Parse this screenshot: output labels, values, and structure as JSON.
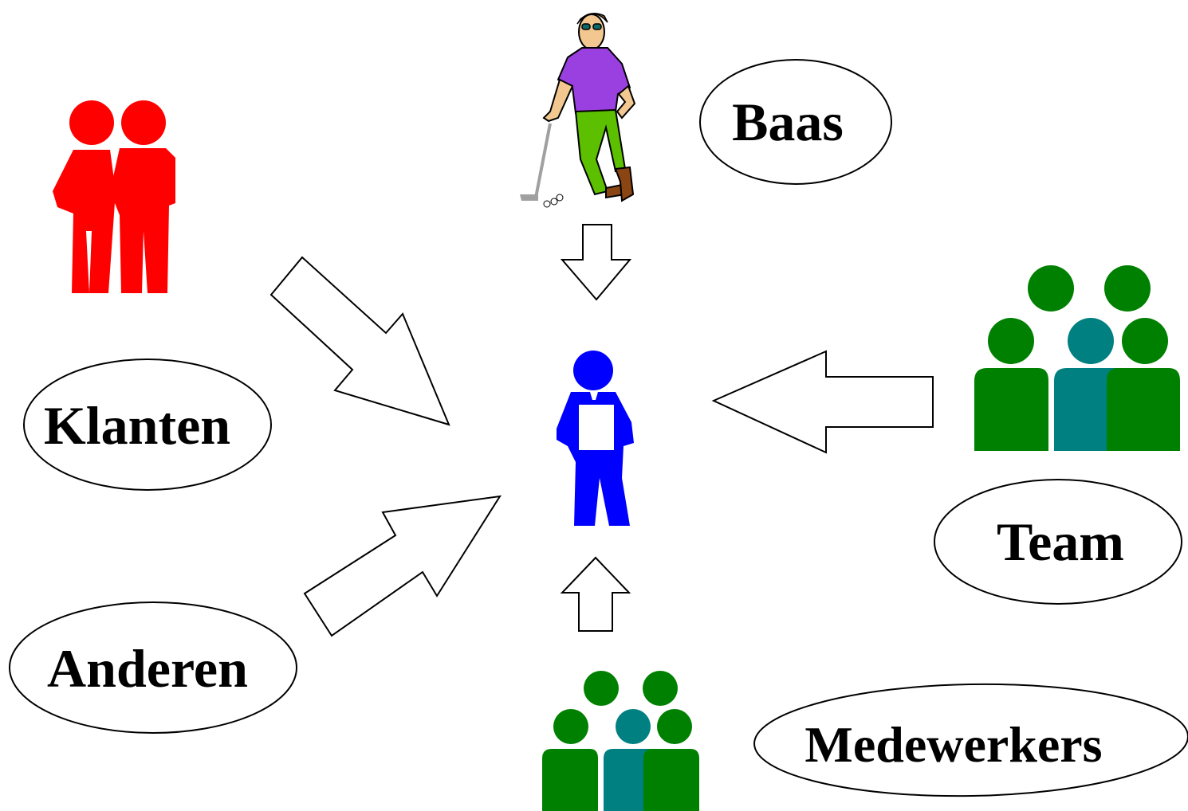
{
  "labels": {
    "baas": "Baas",
    "klanten": "Klanten",
    "anderen": "Anderen",
    "team": "Team",
    "medewerkers": "Medewerkers"
  },
  "colors": {
    "klanten": "#ff0000",
    "center_person": "#0000ff",
    "green": "#008000",
    "teal": "#008080",
    "boss_shirt": "#9b40e0",
    "boss_pants": "#5cc000",
    "outline": "#000000"
  },
  "icons": {
    "klanten": "two-people-icon",
    "baas": "golfer-boss-icon",
    "center": "person-with-clipboard-icon",
    "team": "group-icon",
    "medewerkers": "group-icon"
  }
}
